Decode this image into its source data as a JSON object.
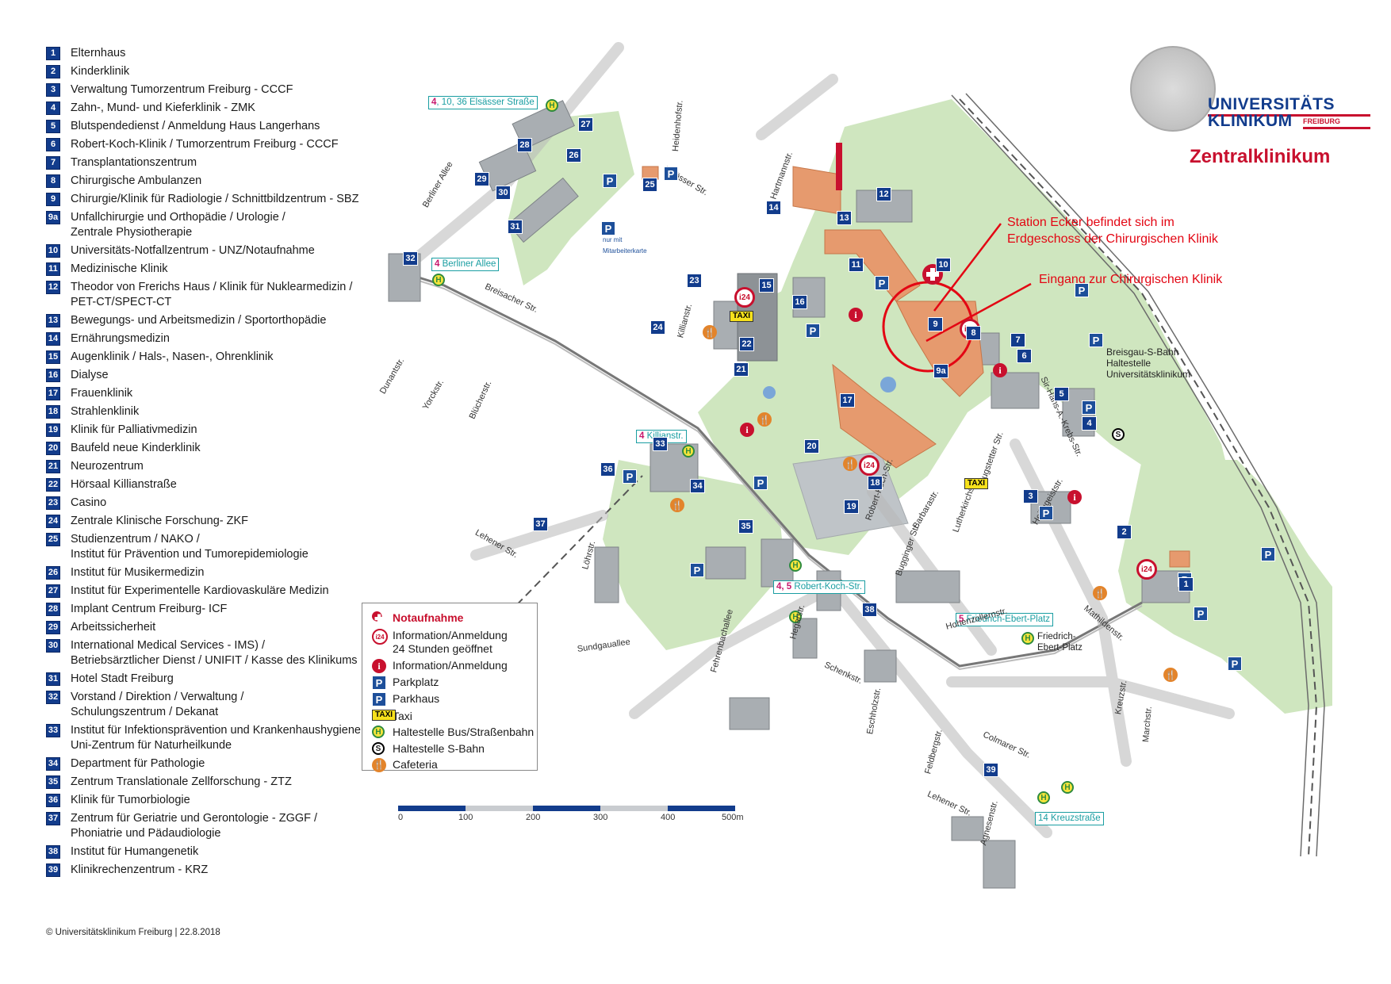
{
  "legend": [
    {
      "num": "1",
      "lines": [
        "Elternhaus"
      ]
    },
    {
      "num": "2",
      "lines": [
        "Kinderklinik"
      ]
    },
    {
      "num": "3",
      "lines": [
        "Verwaltung Tumorzentrum Freiburg - CCCF"
      ]
    },
    {
      "num": "4",
      "lines": [
        "Zahn-, Mund- und Kieferklinik - ZMK"
      ]
    },
    {
      "num": "5",
      "lines": [
        "Blutspendedienst / Anmeldung Haus Langerhans"
      ]
    },
    {
      "num": "6",
      "lines": [
        "Robert-Koch-Klinik / Tumorzentrum Freiburg - CCCF"
      ]
    },
    {
      "num": "7",
      "lines": [
        "Transplantationszentrum"
      ]
    },
    {
      "num": "8",
      "lines": [
        "Chirurgische Ambulanzen"
      ]
    },
    {
      "num": "9",
      "lines": [
        "Chirurgie/Klinik für Radiologie / Schnittbildzentrum - SBZ"
      ]
    },
    {
      "num": "9a",
      "lines": [
        "Unfallchirurgie und Orthopädie / Urologie /",
        "Zentrale Physiotherapie"
      ]
    },
    {
      "num": "10",
      "lines": [
        "Universitäts-Notfallzentrum - UNZ/Notaufnahme"
      ]
    },
    {
      "num": "11",
      "lines": [
        "Medizinische Klinik"
      ]
    },
    {
      "num": "12",
      "lines": [
        "Theodor von Frerichs Haus / Klinik für Nuklearmedizin /",
        "PET-CT/SPECT-CT"
      ]
    },
    {
      "num": "13",
      "lines": [
        "Bewegungs- und Arbeitsmedizin / Sportorthopädie"
      ]
    },
    {
      "num": "14",
      "lines": [
        "Ernährungsmedizin"
      ]
    },
    {
      "num": "15",
      "lines": [
        "Augenklinik / Hals-, Nasen-, Ohrenklinik"
      ]
    },
    {
      "num": "16",
      "lines": [
        "Dialyse"
      ]
    },
    {
      "num": "17",
      "lines": [
        "Frauenklinik"
      ]
    },
    {
      "num": "18",
      "lines": [
        "Strahlenklinik"
      ]
    },
    {
      "num": "19",
      "lines": [
        "Klinik für Palliativmedizin"
      ]
    },
    {
      "num": "20",
      "lines": [
        "Baufeld neue Kinderklinik"
      ]
    },
    {
      "num": "21",
      "lines": [
        "Neurozentrum"
      ]
    },
    {
      "num": "22",
      "lines": [
        "Hörsaal Killianstraße"
      ]
    },
    {
      "num": "23",
      "lines": [
        "Casino"
      ]
    },
    {
      "num": "24",
      "lines": [
        "Zentrale Klinische Forschung- ZKF"
      ]
    },
    {
      "num": "25",
      "lines": [
        "Studienzentrum / NAKO /",
        "Institut für Prävention und Tumorepidemiologie"
      ]
    },
    {
      "num": "26",
      "lines": [
        "Institut für Musikermedizin"
      ]
    },
    {
      "num": "27",
      "lines": [
        "Institut für Experimentelle Kardiovaskuläre Medizin"
      ]
    },
    {
      "num": "28",
      "lines": [
        "Implant Centrum Freiburg- ICF"
      ]
    },
    {
      "num": "29",
      "lines": [
        "Arbeitssicherheit"
      ]
    },
    {
      "num": "30",
      "lines": [
        "International Medical Services - IMS) /",
        "Betriebsärztlicher Dienst / UNIFIT / Kasse des Klinikums"
      ]
    },
    {
      "num": "31",
      "lines": [
        "Hotel Stadt Freiburg"
      ]
    },
    {
      "num": "32",
      "lines": [
        "Vorstand / Direktion / Verwaltung /",
        "Schulungszentrum / Dekanat"
      ]
    },
    {
      "num": "33",
      "lines": [
        "Institut für Infektionsprävention und Krankenhaushygiene /",
        "Uni-Zentrum für Naturheilkunde"
      ]
    },
    {
      "num": "34",
      "lines": [
        "Department für Pathologie"
      ]
    },
    {
      "num": "35",
      "lines": [
        "Zentrum Translationale Zellforschung - ZTZ"
      ]
    },
    {
      "num": "36",
      "lines": [
        "Klinik für Tumorbiologie"
      ]
    },
    {
      "num": "37",
      "lines": [
        "Zentrum für Geriatrie und Gerontologie - ZGGF /",
        "Phoniatrie und Pädaudiologie"
      ]
    },
    {
      "num": "38",
      "lines": [
        "Institut für Humangenetik"
      ]
    },
    {
      "num": "39",
      "lines": [
        "Klinikrechenzentrum - KRZ"
      ]
    }
  ],
  "copyright": "© Universitätsklinikum Freiburg | 22.8.2018",
  "logo": {
    "word1": "UNIVERSITÄTS",
    "word2": "KLINIKUM",
    "word3": "FREIBURG"
  },
  "title": "Zentralklinikum",
  "notes": {
    "station": [
      "Station Ecker befindet sich im",
      "Erdgeschoss der Chirurgischen Klinik"
    ],
    "entrance": "Eingang zur Chirurgischen Klinik"
  },
  "stops": [
    {
      "lines": "4",
      "rest": ", 10, 36",
      "name": "Elsässer Straße"
    },
    {
      "lines": "4",
      "rest": "",
      "name": "Berliner Allee"
    },
    {
      "lines": "4",
      "rest": "",
      "name": "Killianstr."
    },
    {
      "lines": "4, 5",
      "rest": "",
      "name": "Robert-Koch-Str."
    },
    {
      "lines": "5",
      "rest": "",
      "name": "Friedrich-Ebert-Platz"
    },
    {
      "lines": "",
      "rest": "14",
      "name": "Kreuzstraße"
    }
  ],
  "sbahn_label": [
    "Breisgau-S-Bahn",
    "Haltestelle",
    "Universitätsklinikum"
  ],
  "fe_platz_label": [
    "Friedrich-",
    "Ebert-Platz"
  ],
  "streets": [
    "Berliner Allee",
    "Heidenhofstr.",
    "Elsässer Str.",
    "Hartmannstr.",
    "Breisacher Str.",
    "Dunantstr.",
    "Yorckstr.",
    "Blücherstr.",
    "Killianstr.",
    "Lehener Str.",
    "Löhrstr.",
    "Sundgauallee",
    "Fehrenbachallee",
    "Hegarstr.",
    "Schenkstr.",
    "Eschholzstr.",
    "Robert-Koch-Str.",
    "Barbarastr.",
    "Bugginger Str.",
    "Lutherkirchstr.",
    "Hugstetter Str.",
    "Sir-Hans-A.-Krebs-Str.",
    "Heiliggeiststr.",
    "Mathildenstr.",
    "Hohenzollernstr.",
    "Kreuzstr.",
    "Marchstr.",
    "Colmarer Str.",
    "Feldbergstr.",
    "Agnesenstr.",
    "Lehener Str."
  ],
  "map_legend": [
    {
      "icon": "emergency",
      "lines": [
        "Notaufnahme"
      ],
      "bold": true
    },
    {
      "icon": "info24",
      "lines": [
        "Information/Anmeldung",
        "24 Stunden geöffnet"
      ]
    },
    {
      "icon": "info",
      "lines": [
        "Information/Anmeldung"
      ]
    },
    {
      "icon": "parking",
      "lines": [
        "Parkplatz"
      ]
    },
    {
      "icon": "parkhaus",
      "lines": [
        "Parkhaus"
      ]
    },
    {
      "icon": "taxi",
      "lines": [
        "Taxi"
      ]
    },
    {
      "icon": "bus",
      "lines": [
        "Haltestelle Bus/Straßenbahn"
      ]
    },
    {
      "icon": "sbahn",
      "lines": [
        "Haltestelle S-Bahn"
      ]
    },
    {
      "icon": "cafe",
      "lines": [
        "Cafeteria"
      ]
    }
  ],
  "icon_glyphs": {
    "taxi": "TAXI",
    "bus": "H",
    "sbahn": "S",
    "info": "i",
    "info24": "i24",
    "parking": "P",
    "cafe": "🍴"
  },
  "scale": [
    "0",
    "100",
    "200",
    "300",
    "400",
    "500m"
  ],
  "map_labels": {
    "mitarbeiterkarte": "nur mit Mitarbeiterkarte"
  },
  "colors": {
    "navy": "#123c8c",
    "red": "#c8102e",
    "note_red": "#e30613",
    "green": "#8fc97a",
    "roof": "#e69a6e",
    "stop_teal": "#1a9ea2",
    "taxi_yellow": "#f7e11c"
  },
  "building_numbers": [
    "27",
    "28",
    "26",
    "29",
    "30",
    "31",
    "32",
    "25",
    "14",
    "13",
    "12",
    "11",
    "10",
    "15",
    "16",
    "23",
    "24",
    "22",
    "21",
    "9",
    "9a",
    "7",
    "6",
    "5",
    "4",
    "8",
    "3",
    "2",
    "1",
    "17",
    "20",
    "18",
    "19",
    "33",
    "34",
    "35",
    "36",
    "37",
    "38",
    "39"
  ]
}
